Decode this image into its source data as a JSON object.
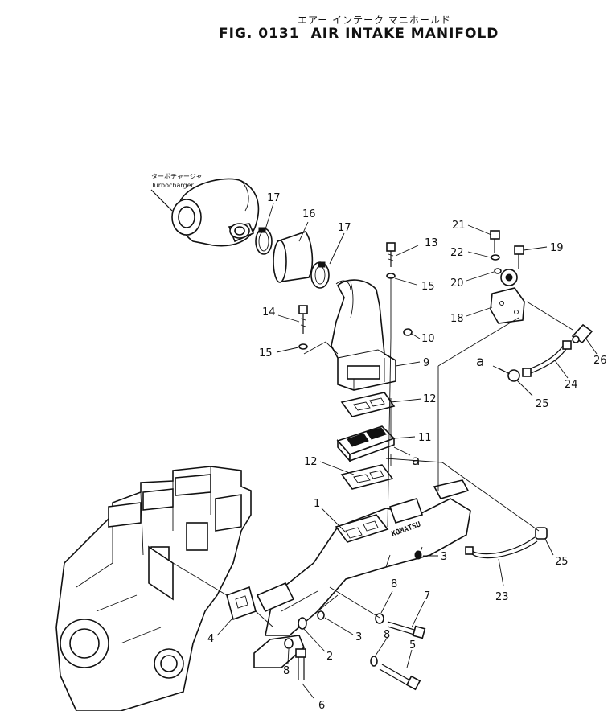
{
  "header": {
    "title_jp": "エアー インテーク マニホールド",
    "fig_no": "FIG. 0131",
    "title": "AIR INTAKE MANIFOLD"
  },
  "labels": {
    "turbocharger_jp": "ターボチャージャ",
    "turbocharger": "Turbocharger",
    "marker_a": "a",
    "brand_mark": "KOMATSU"
  },
  "callouts": [
    "1",
    "2",
    "3",
    "3",
    "4",
    "5",
    "6",
    "7",
    "8",
    "8",
    "8",
    "9",
    "10",
    "11",
    "12",
    "12",
    "13",
    "14",
    "15",
    "15",
    "16",
    "17",
    "17",
    "18",
    "19",
    "20",
    "21",
    "22",
    "23",
    "24",
    "25",
    "25",
    "26"
  ]
}
